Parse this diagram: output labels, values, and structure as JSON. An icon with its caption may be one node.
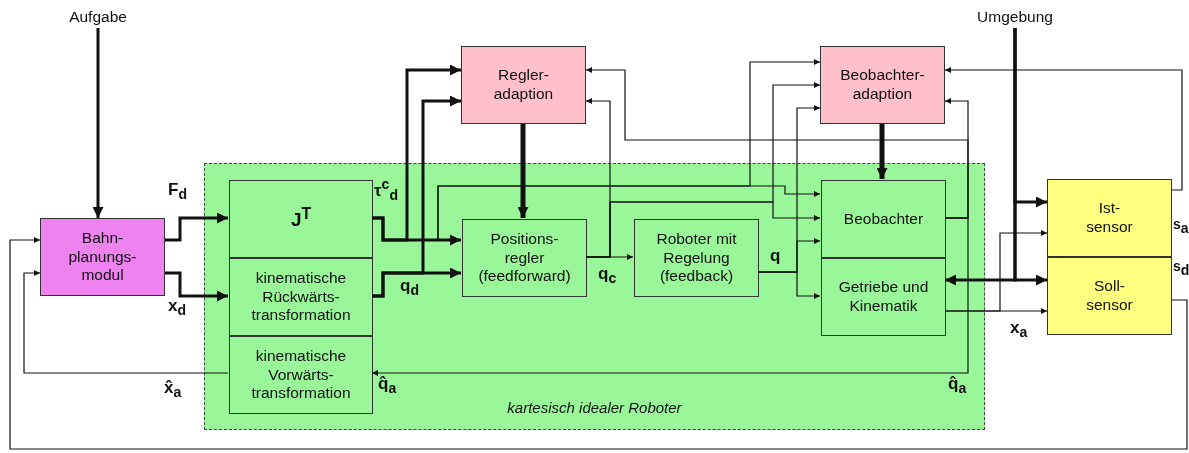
{
  "diagram": {
    "nodes": [
      {
        "text": [
          "Aufgabe"
        ]
      },
      {
        "text": [
          "Umgebung"
        ]
      },
      {
        "text": [
          "kartesisch idealer Roboter"
        ]
      },
      {
        "text": [
          "Bahn-planungs-modul"
        ]
      },
      {
        "text": [
          "J$^{T}$"
        ],
        "in": 2
      },
      {
        "text": [
          "kinematische Rückwärts-transformation"
        ],
        "in": 2
      },
      {
        "text": [
          "kinematische Vorwärts-transformation"
        ],
        "in": 2
      },
      {
        "text": [
          "Regler-adaption"
        ]
      },
      {
        "text": [
          "Beobachter-adaption"
        ]
      },
      {
        "text": [
          "Positions-regler (feedforward)"
        ],
        "in": 2
      },
      {
        "text": [
          "Roboter mit Regelung (feedback)"
        ],
        "in": 2
      },
      {
        "text": [
          "Beobachter"
        ],
        "in": 2
      },
      {
        "text": [
          "Getriebe und Kinematik"
        ],
        "in": 2
      },
      {
        "text": [
          "Ist-sensor"
        ]
      },
      {
        "text": [
          "Soll-sensor"
        ]
      }
    ],
    "edges": [
      {
        "from": 0,
        "to": 3,
        "arrow": "to",
        "style": "thick"
      },
      {
        "from": 3,
        "to": 4,
        "arrow": "to",
        "style": "thick"
      },
      {
        "from": 3,
        "to": 5,
        "arrow": "to",
        "style": "thick"
      },
      {
        "from": 6,
        "to": 3,
        "arrow": "to"
      },
      {
        "from": 14,
        "to": 3,
        "arrow": "to"
      },
      {
        "from": 4,
        "to": 9,
        "arrow": "to",
        "style": "thick"
      },
      {
        "from": 5,
        "to": 9,
        "arrow": "to",
        "style": "thick"
      },
      {
        "from": 4,
        "to": 7,
        "arrow": "to",
        "style": "thick"
      },
      {
        "from": 5,
        "to": 7,
        "arrow": "to",
        "style": "thick"
      },
      {
        "from": 7,
        "to": 9,
        "arrow": "to",
        "style": "thick"
      },
      {
        "from": 9,
        "to": 10,
        "arrow": "to"
      },
      {
        "from": 10,
        "to": 11,
        "arrow": "to"
      },
      {
        "from": 10,
        "to": 12,
        "arrow": "to"
      },
      {
        "from": 8,
        "to": 11,
        "arrow": "to",
        "style": "thick"
      },
      {
        "from": 1,
        "to": 13,
        "arrow": "to",
        "style": "thick"
      },
      {
        "from": 1,
        "to": 14,
        "arrow": "to",
        "style": "thick"
      },
      {
        "from": 1,
        "to": 12,
        "arrow": "to",
        "style": "thick"
      },
      {
        "from": 12,
        "to": 13,
        "arrow": "to"
      },
      {
        "from": 12,
        "to": 14,
        "arrow": "to"
      },
      {
        "from": 11,
        "to": 6,
        "arrow": "to"
      },
      {
        "from": 11,
        "to": 8,
        "arrow": "to"
      },
      {
        "from": 11,
        "to": 7,
        "arrow": "to"
      },
      {
        "from": 9,
        "to": 7,
        "arrow": "to"
      },
      {
        "from": 4,
        "to": 8,
        "arrow": "to"
      },
      {
        "from": 9,
        "to": 8,
        "arrow": "to"
      },
      {
        "from": 10,
        "to": 8,
        "arrow": "to"
      },
      {
        "from": 4,
        "to": 11,
        "arrow": "to"
      },
      {
        "from": 9,
        "to": 11,
        "arrow": "to"
      },
      {
        "from": 13,
        "to": 8,
        "arrow": "to"
      }
    ],
    "labels": [
      "F$_{d}$",
      "x$_{d}$",
      "x̂$_{a}$",
      "τ$^{c}$$_{d}$",
      "q$_{d}$",
      "q$_{c}$",
      "q",
      "q̂$_{a}$",
      "q̂$_{a}$",
      "x$_{a}$",
      "s$_{a}$",
      "s$_{d}$"
    ]
  }
}
